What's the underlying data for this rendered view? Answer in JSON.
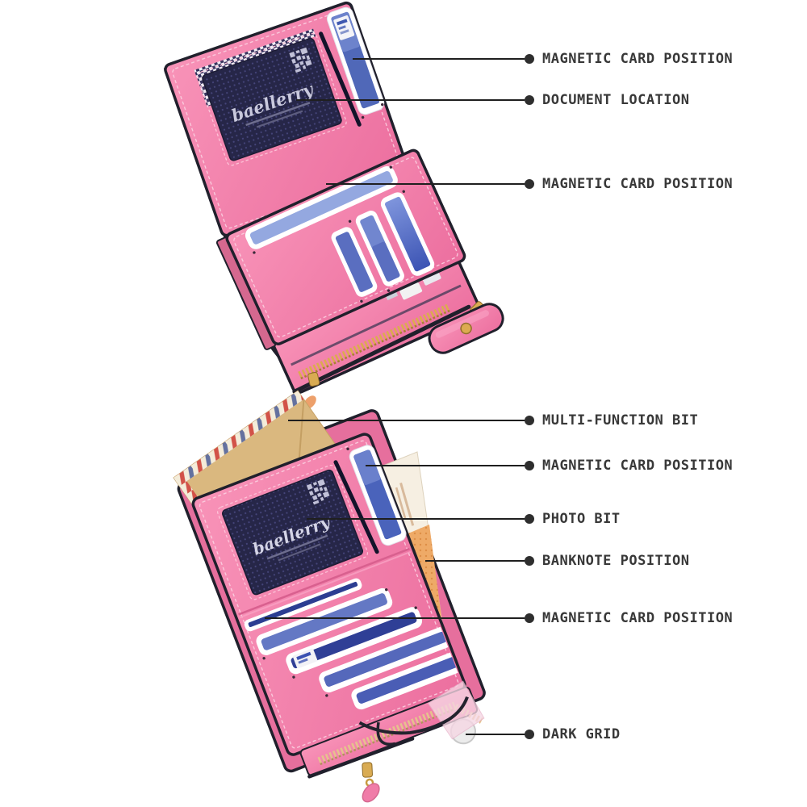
{
  "brand_text": "baellerry",
  "annotations": [
    {
      "label": "MAGNETIC CARD POSITION"
    },
    {
      "label": "DOCUMENT LOCATION"
    },
    {
      "label": "MAGNETIC CARD POSITION"
    },
    {
      "label": "MULTI-FUNCTION BIT"
    },
    {
      "label": "MAGNETIC CARD POSITION"
    },
    {
      "label": "PHOTO BIT"
    },
    {
      "label": "BANKNOTE POSITION"
    },
    {
      "label": "MAGNETIC CARD POSITION"
    },
    {
      "label": "DARK GRID"
    }
  ],
  "colors": {
    "background": "#ffffff",
    "label_text": "#383838",
    "leader_line": "#1f1f1f",
    "wallet_pink": "#ef7ba7",
    "wallet_trim": "#20202c",
    "card_blue": "#5068b8",
    "id_card_navy": "#262648",
    "zipper_gold": "#d9ab52",
    "envelope_kraft": "#dab87f",
    "banknote_orange": "#eeaa67"
  }
}
